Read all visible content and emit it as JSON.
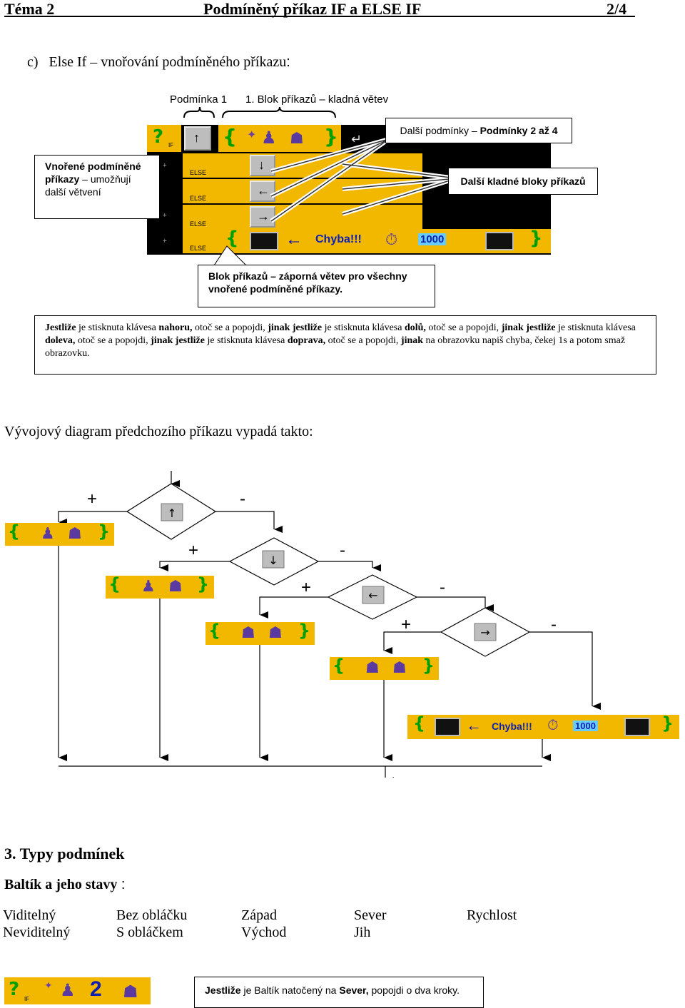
{
  "header": {
    "topic": "Téma 2",
    "title": "Podmíněný příkaz IF a ELSE IF",
    "page": "2/4"
  },
  "section_c": {
    "letter": "c)",
    "title": "Else If – vnořování podmíněného příkazu",
    "colon": ":"
  },
  "labels": {
    "condition1": "Podmínka 1",
    "block1": "1. Blok příkazů – kladná větev",
    "other_conditions": "Další podmínky – ",
    "other_conditions_bold": "Podmínky 2 až 4",
    "nested_bold": "Vnořené podmíněné příkazy",
    "nested_rest": " – umožňují další větvení",
    "other_positive": "Další kladné bloky příkazů",
    "negative_block": "Blok příkazů – záporná větev pro všechny vnořené podmíněné příkazy."
  },
  "program_tiles": {
    "if": "IF",
    "else": "ELSE",
    "error_text": "Chyba!!!",
    "delay": "1000"
  },
  "description": [
    {
      "t": "Jestliže",
      "b": true
    },
    {
      "t": " je stisknuta klávesa ",
      "b": false
    },
    {
      "t": "nahoru,",
      "b": true
    },
    {
      "t": " otoč se a popojdi, ",
      "b": false
    },
    {
      "t": "jinak jestliže",
      "b": true
    },
    {
      "t": " je stisknuta klávesa ",
      "b": false
    },
    {
      "t": "dolů,",
      "b": true
    },
    {
      "t": " otoč se a popojdi, ",
      "b": false
    },
    {
      "t": "jinak jestliže",
      "b": true
    },
    {
      "t": " je stisknuta klávesa ",
      "b": false
    },
    {
      "t": "doleva,",
      "b": true
    },
    {
      "t": " otoč se a popojdi, ",
      "b": false
    },
    {
      "t": "jinak jestliže",
      "b": true
    },
    {
      "t": " je stisknuta klávesa ",
      "b": false
    },
    {
      "t": "doprava,",
      "b": true
    },
    {
      "t": " otoč se a popojdi, ",
      "b": false
    },
    {
      "t": "jinak",
      "b": true
    },
    {
      "t": " na obrazovku napiš chyba, čekej 1s a potom smaž obrazovku.",
      "b": false
    }
  ],
  "flow_title": "Vývojový diagram předchozího příkazu vypadá takto:",
  "flow_signs": {
    "plus": "+",
    "minus": "-"
  },
  "section3": {
    "title": "3.  Typy podmínek",
    "subtitle": "Baltík a jeho stavy",
    "colon": " :"
  },
  "states": [
    [
      "Viditelný",
      "Bez obláčku",
      "Západ",
      "Sever",
      "Rychlost"
    ],
    [
      "Neviditelný",
      "S obláčkem",
      "Východ",
      "Jih",
      ""
    ]
  ],
  "example": [
    {
      "t": "Jestliže",
      "b": true
    },
    {
      "t": " je Baltík natočený na ",
      "b": false
    },
    {
      "t": "Sever,",
      "b": true
    },
    {
      "t": " popojdi o dva kroky.",
      "b": false
    }
  ],
  "example_tile_number": "2"
}
